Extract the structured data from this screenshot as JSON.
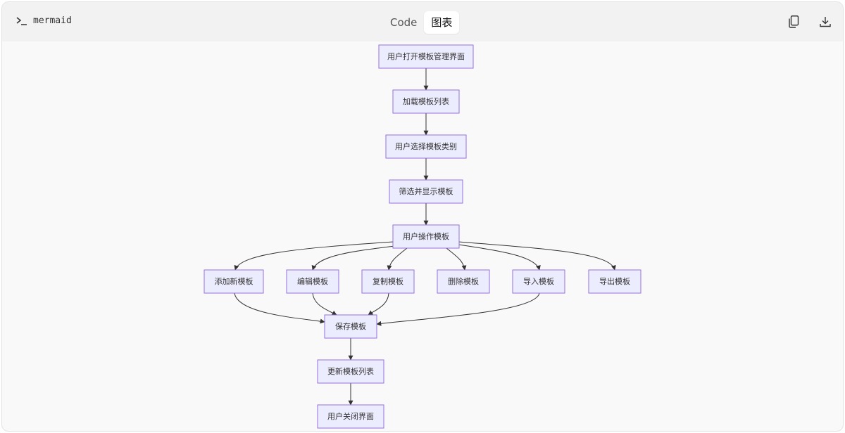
{
  "header": {
    "language_label": "mermaid",
    "tabs": [
      {
        "label": "Code",
        "active": false
      },
      {
        "label": "图表",
        "active": true
      }
    ],
    "copy_icon": "copy-icon",
    "download_icon": "download-icon"
  },
  "colors": {
    "node_fill": "#ececff",
    "node_border": "#9370db",
    "edge": "#333333",
    "canvas": "#f9f9f9"
  },
  "diagram": {
    "type": "flowchart",
    "nodes": [
      {
        "id": "n1",
        "label": "用户打开模板管理界面"
      },
      {
        "id": "n2",
        "label": "加载模板列表"
      },
      {
        "id": "n3",
        "label": "用户选择模板类别"
      },
      {
        "id": "n4",
        "label": "筛选并显示模板"
      },
      {
        "id": "n5",
        "label": "用户操作模板"
      },
      {
        "id": "n6",
        "label": "添加新模板"
      },
      {
        "id": "n7",
        "label": "编辑模板"
      },
      {
        "id": "n8",
        "label": "复制模板"
      },
      {
        "id": "n9",
        "label": "删除模板"
      },
      {
        "id": "n10",
        "label": "导入模板"
      },
      {
        "id": "n11",
        "label": "导出模板"
      },
      {
        "id": "n12",
        "label": "保存模板"
      },
      {
        "id": "n13",
        "label": "更新模板列表"
      },
      {
        "id": "n14",
        "label": "用户关闭界面"
      }
    ],
    "edges": [
      {
        "from": "n1",
        "to": "n2"
      },
      {
        "from": "n2",
        "to": "n3"
      },
      {
        "from": "n3",
        "to": "n4"
      },
      {
        "from": "n4",
        "to": "n5"
      },
      {
        "from": "n5",
        "to": "n6"
      },
      {
        "from": "n5",
        "to": "n7"
      },
      {
        "from": "n5",
        "to": "n8"
      },
      {
        "from": "n5",
        "to": "n9"
      },
      {
        "from": "n5",
        "to": "n10"
      },
      {
        "from": "n5",
        "to": "n11"
      },
      {
        "from": "n6",
        "to": "n12"
      },
      {
        "from": "n7",
        "to": "n12"
      },
      {
        "from": "n8",
        "to": "n12"
      },
      {
        "from": "n10",
        "to": "n12"
      },
      {
        "from": "n12",
        "to": "n13"
      },
      {
        "from": "n13",
        "to": "n14"
      }
    ]
  }
}
